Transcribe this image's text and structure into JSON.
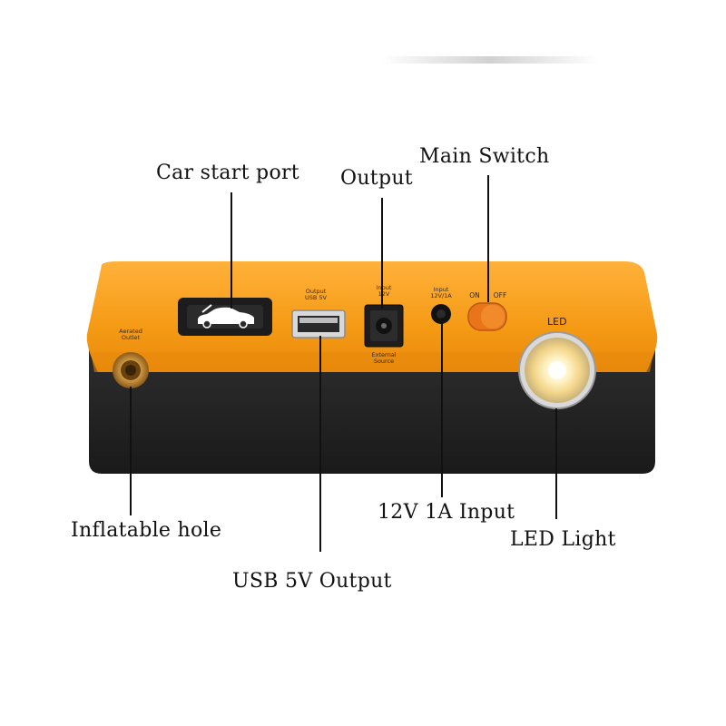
{
  "callouts": {
    "car_start_port": "Car start port",
    "output": "Output",
    "main_switch": "Main Switch",
    "inflatable_hole": "Inflatable hole",
    "usb_5v_output": "USB 5V Output",
    "input_12v_1a": "12V 1A Input",
    "led_light": "LED Light"
  },
  "device_labels": {
    "aerated_outlet_line1": "Aerated",
    "aerated_outlet_line2": "Outlet",
    "usb_line1": "Output",
    "usb_line2": "USB 5V",
    "dc_out_line1": "Input",
    "dc_out_line2": "12V",
    "external_line1": "External",
    "external_line2": "Source",
    "input_line1": "Input",
    "input_line2": "12V/1A",
    "switch_on": "ON",
    "switch_off": "OFF",
    "led": "LED"
  },
  "colors": {
    "body_orange": "#f5a01e",
    "body_black": "#222222",
    "leader": "#111111"
  }
}
